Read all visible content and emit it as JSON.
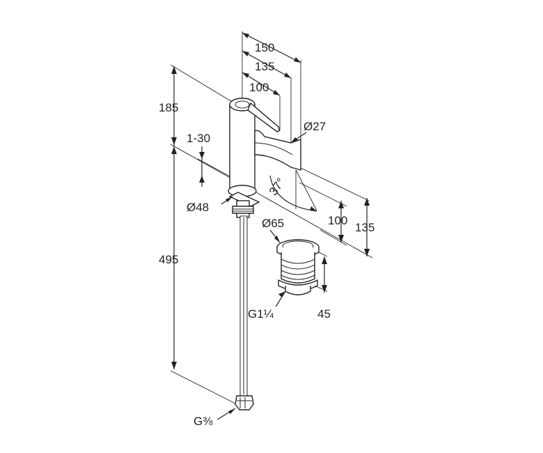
{
  "dimensions": {
    "d150": "150",
    "d135_top": "135",
    "d100_top": "100",
    "d185": "185",
    "d1_30": "1-30",
    "d27": "Ø27",
    "d37": "37°",
    "d48": "Ø48",
    "d100_right": "100",
    "d135_right": "135",
    "d65": "Ø65",
    "d495": "495",
    "d45": "45",
    "g114": "G1¼",
    "g38": "G⅜"
  }
}
